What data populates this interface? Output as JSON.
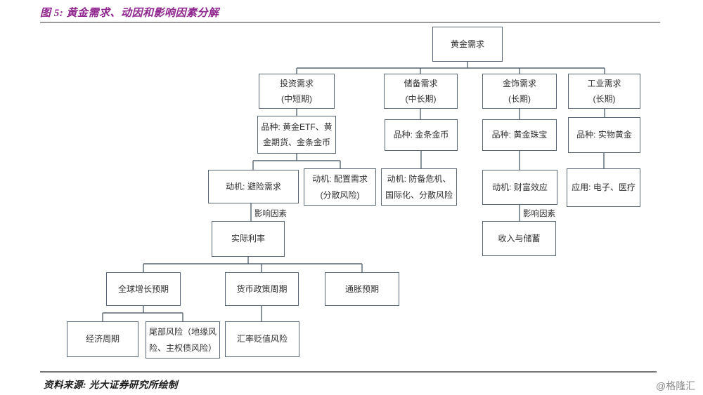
{
  "title": "图 5: 黄金需求、动因和影响因素分解",
  "source": "资料来源: 光大证券研究所绘制",
  "watermark": "@格隆汇",
  "colors": {
    "title": "#90278E",
    "box_border": "#596673",
    "connector": "#596673",
    "watermark": "#8a8a8a"
  },
  "edge_labels": {
    "influence_left": "影响因素",
    "influence_right": "影响因素"
  },
  "nodes": [
    {
      "id": "gold-demand",
      "label": "黄金需求"
    },
    {
      "id": "investment-demand",
      "label": "投资需求\n(中短期)"
    },
    {
      "id": "reserve-demand",
      "label": "储备需求\n(中长期)"
    },
    {
      "id": "jewelry-demand",
      "label": "金饰需求\n(长期)"
    },
    {
      "id": "industrial-demand",
      "label": "工业需求\n(长期)"
    },
    {
      "id": "variety-investment",
      "label": "品种: 黄金ETF、黄\n金期货、金条金币"
    },
    {
      "id": "variety-reserve",
      "label": "品种: 金条金币"
    },
    {
      "id": "variety-jewelry",
      "label": "品种: 黄金珠宝"
    },
    {
      "id": "variety-industrial",
      "label": "品种: 实物黄金"
    },
    {
      "id": "motive-hedge",
      "label": "动机: 避险需求"
    },
    {
      "id": "motive-allocation",
      "label": "动机: 配置需求\n(分散风险)"
    },
    {
      "id": "motive-crisis",
      "label": "动机: 防备危机、\n国际化、分散风险"
    },
    {
      "id": "motive-wealth",
      "label": "动机: 财富效应"
    },
    {
      "id": "application-industrial",
      "label": "应用: 电子、医疗"
    },
    {
      "id": "real-interest-rate",
      "label": "实际利率"
    },
    {
      "id": "income-savings",
      "label": "收入与储蓄"
    },
    {
      "id": "global-growth-expectation",
      "label": "全球增长预期"
    },
    {
      "id": "monetary-policy-cycle",
      "label": "货币政策周期"
    },
    {
      "id": "inflation-expectation",
      "label": "通胀预期"
    },
    {
      "id": "economic-cycle",
      "label": "经济周期"
    },
    {
      "id": "tail-risk",
      "label": "尾部风险（地缘风\n险、主权债风险）"
    },
    {
      "id": "fx-depreciation-risk",
      "label": "汇率贬值风险"
    }
  ]
}
